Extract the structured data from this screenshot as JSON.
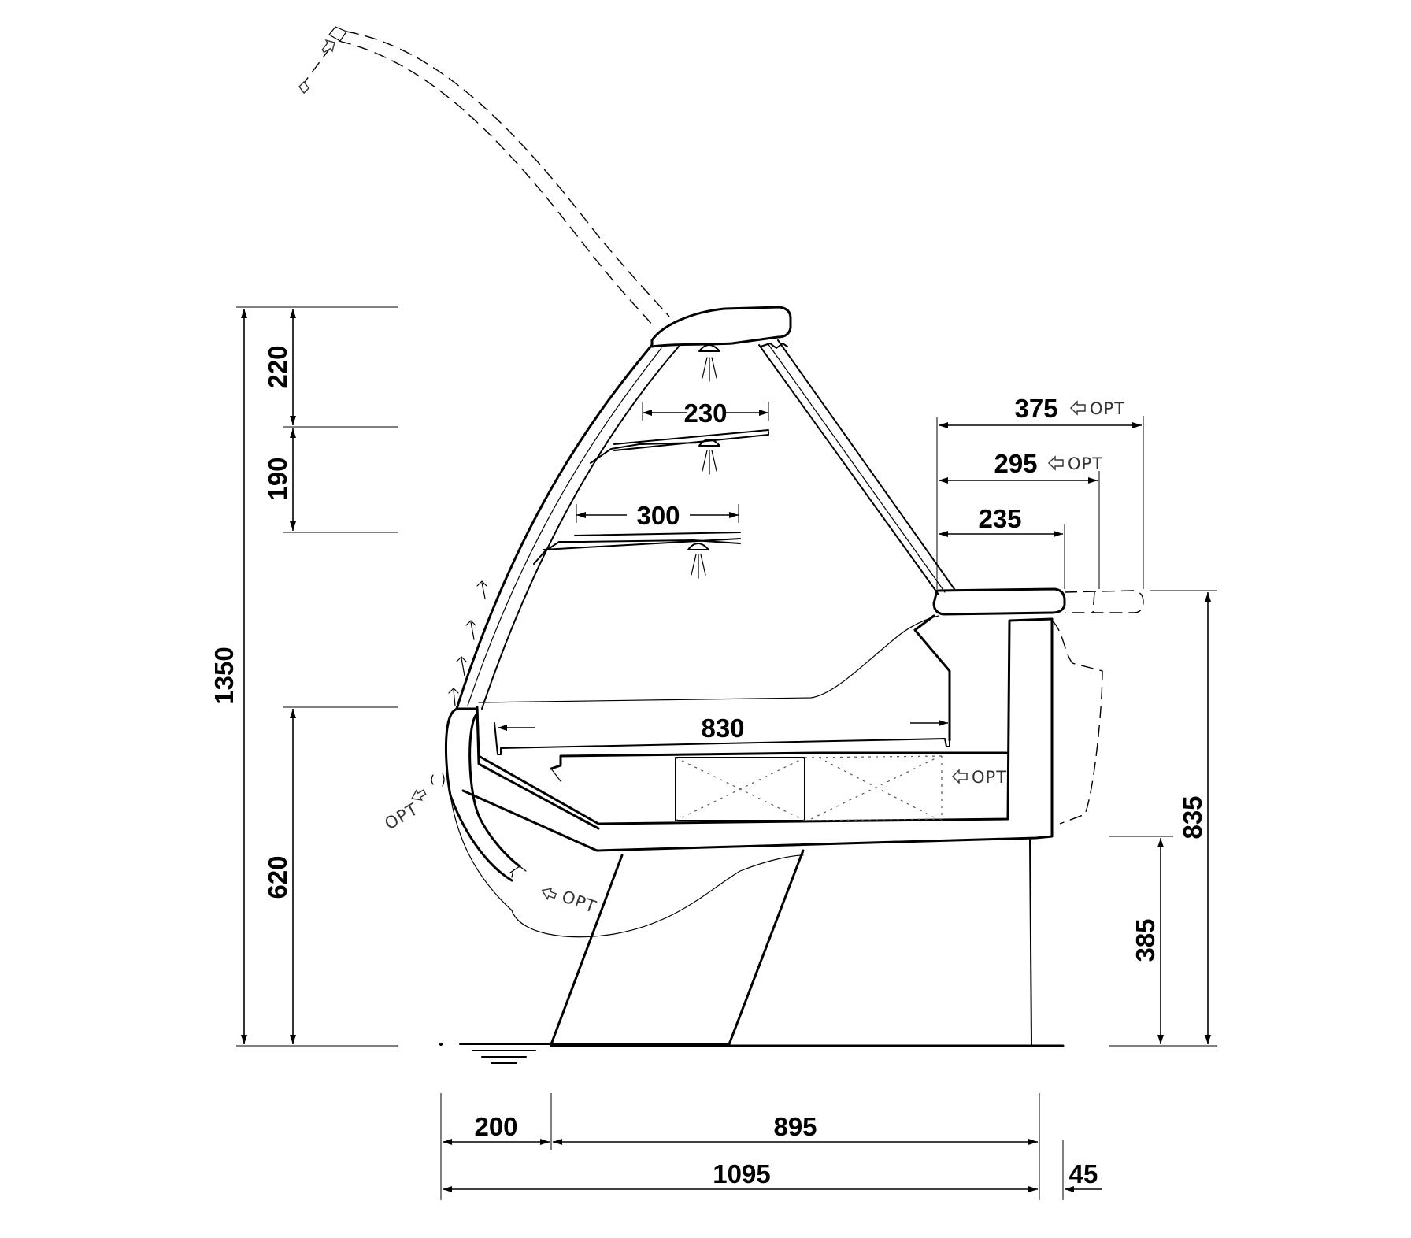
{
  "dimensions": {
    "total_height": "1350",
    "canopy_height": "220",
    "upper_shelf_spacing": "190",
    "deck_height": "620",
    "work_top_height": "835",
    "base_height": "385",
    "upper_shelf_depth": "230",
    "lower_shelf_depth": "300",
    "deck_depth": "830",
    "work_top_depth_opt_large": "375",
    "work_top_depth_opt_medium": "295",
    "work_top_depth_standard": "235",
    "front_overhang": "200",
    "base_depth": "895",
    "total_depth": "1095",
    "rear_offset": "45"
  },
  "labels": {
    "optional": "OPT"
  },
  "colors": {
    "line": "#000000",
    "background": "#ffffff"
  }
}
